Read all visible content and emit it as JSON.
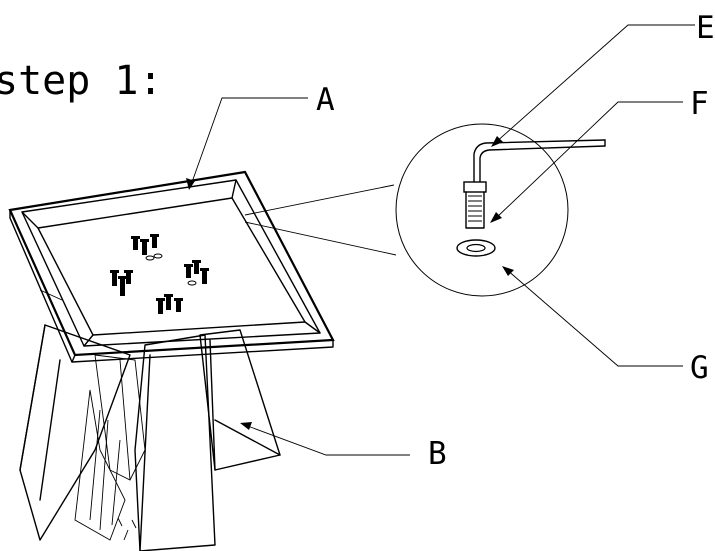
{
  "title": "step 1:",
  "labels": {
    "a": "A",
    "b": "B",
    "e": "E",
    "f": "F",
    "g": "G"
  },
  "colors": {
    "line": "#000000",
    "background": "#ffffff"
  }
}
